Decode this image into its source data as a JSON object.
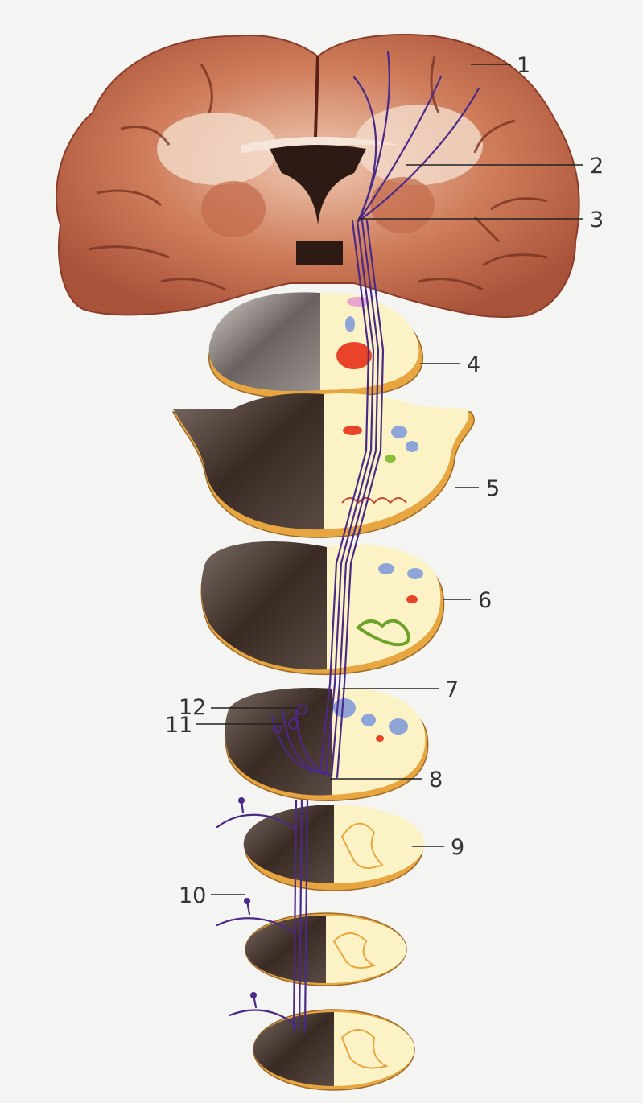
{
  "figure": {
    "kind": "anatomical illustration",
    "background_color": "#f4f4f2",
    "colors": {
      "tract": "#4a2a86",
      "brain_tissue": "#c0684a",
      "white_matter": "#ecc8b0",
      "schematic_fill": "#fbf3c6",
      "section_base": "#e8a640",
      "nucleus_red": "#e9442a",
      "nucleus_blue": "#8fa5d8",
      "nucleus_green": "#8bbf3a",
      "stain_dark": "#3b2a22"
    },
    "callouts": [
      {
        "id": "1",
        "label": "1"
      },
      {
        "id": "2",
        "label": "2"
      },
      {
        "id": "3",
        "label": "3"
      },
      {
        "id": "4",
        "label": "4"
      },
      {
        "id": "5",
        "label": "5"
      },
      {
        "id": "6",
        "label": "6"
      },
      {
        "id": "7",
        "label": "7"
      },
      {
        "id": "8",
        "label": "8"
      },
      {
        "id": "9",
        "label": "9"
      },
      {
        "id": "10",
        "label": "10"
      },
      {
        "id": "11",
        "label": "11"
      },
      {
        "id": "12",
        "label": "12"
      }
    ]
  }
}
